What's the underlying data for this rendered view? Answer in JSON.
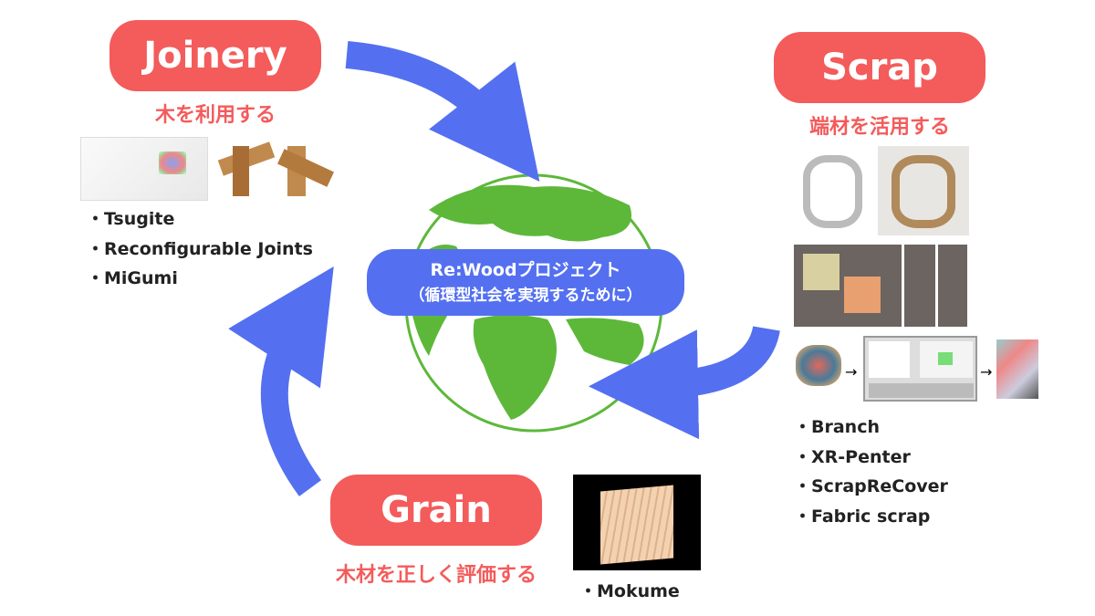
{
  "center": {
    "title": "Re:Woodプロジェクト",
    "subtitle": "（循環型社会を実現するために）"
  },
  "joinery": {
    "label": "Joinery",
    "subtitle": "木を利用する",
    "items": [
      "・Tsugite",
      "・Reconfigurable Joints",
      "・MiGumi"
    ]
  },
  "scrap": {
    "label": "Scrap",
    "subtitle": "端材を活用する",
    "items": [
      "・Branch",
      "・XR-Penter",
      "・ScrapReCover",
      "・Fabric scrap"
    ]
  },
  "grain": {
    "label": "Grain",
    "subtitle": "木材を正しく評価する",
    "items": [
      "・Mokume"
    ]
  },
  "colors": {
    "pill": "#f45b5b",
    "arrow": "#5470f0",
    "globe": "#5db83a"
  }
}
